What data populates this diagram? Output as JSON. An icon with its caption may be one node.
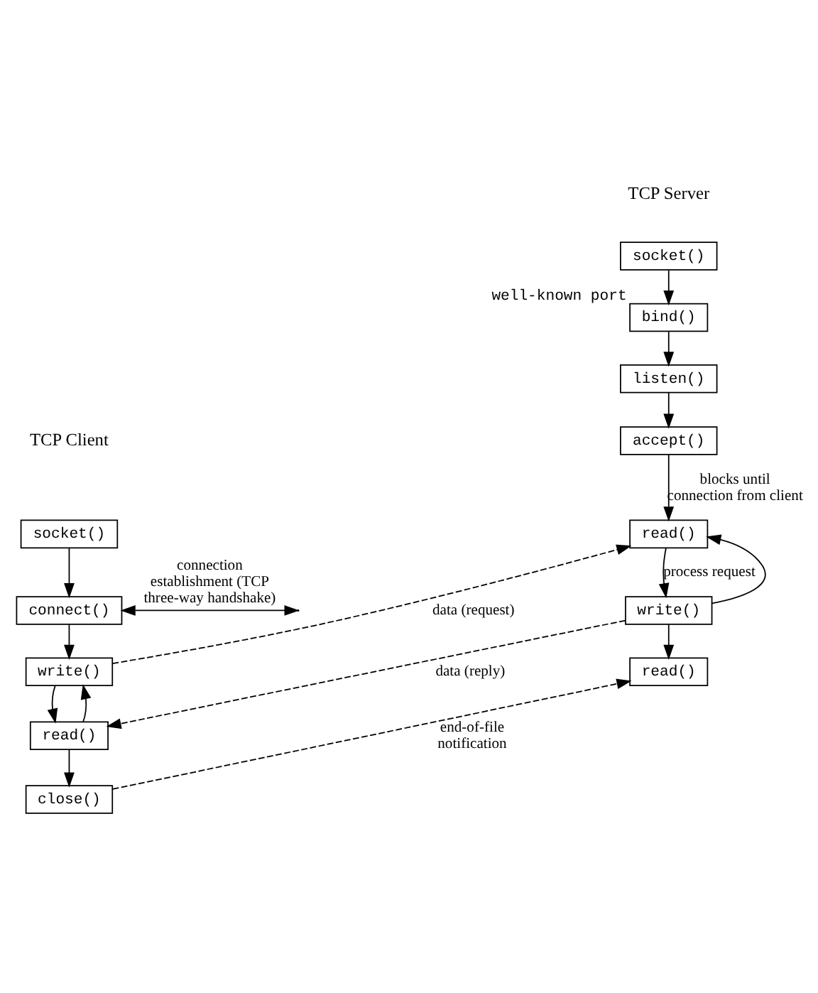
{
  "diagram": {
    "nodes": [
      {
        "text": [
          "socket()"
        ]
      },
      {
        "text": [
          "bind()"
        ],
        "beside": [
          "well-known port"
        ]
      },
      {
        "text": [
          "listen()"
        ]
      },
      {
        "text": [
          "accept()"
        ]
      },
      {
        "text": [
          "socket()"
        ]
      },
      {
        "text": [
          "connect()"
        ]
      },
      {
        "text": [
          "write()"
        ]
      },
      {
        "text": [
          "read()"
        ]
      },
      {
        "text": [
          "write()"
        ]
      },
      {
        "text": [
          "read()"
        ]
      },
      {
        "text": [
          "close()"
        ]
      },
      {
        "text": [
          "read()"
        ]
      }
    ],
    "edges": [
      {
        "from": 0,
        "to": 1,
        "arrow": "to"
      },
      {
        "from": 1,
        "to": 2,
        "arrow": "to"
      },
      {
        "from": 2,
        "to": 3,
        "arrow": "to"
      },
      {
        "from": 3,
        "to": 7,
        "arrow": "to",
        "label": "blocks until connection from client"
      },
      {
        "from": 4,
        "to": 5,
        "arrow": "to"
      },
      {
        "from": 5,
        "to": null,
        "arrow": "both",
        "label": "connection establishment (TCP three-way handshake)"
      },
      {
        "from": 5,
        "to": 6,
        "arrow": "to"
      },
      {
        "from": 6,
        "to": 7,
        "arrow": "to",
        "style": "dashed",
        "label": "data (request)"
      },
      {
        "from": 6,
        "to": 9,
        "arrow": "to"
      },
      {
        "from": 9,
        "to": 6,
        "arrow": "to"
      },
      {
        "from": 7,
        "to": 8,
        "arrow": "to",
        "label": "process request"
      },
      {
        "from": 8,
        "to": 7,
        "arrow": "to"
      },
      {
        "from": 8,
        "to": 9,
        "arrow": "to",
        "style": "dashed",
        "label": "data (reply)"
      },
      {
        "from": 9,
        "to": 10,
        "arrow": "to"
      },
      {
        "from": 10,
        "to": 11,
        "arrow": "to",
        "style": "dashed",
        "label": "end-of-file notification"
      },
      {
        "from": 8,
        "to": 11,
        "arrow": "to"
      }
    ],
    "labels": [
      "TCP Server",
      "TCP Client"
    ]
  }
}
